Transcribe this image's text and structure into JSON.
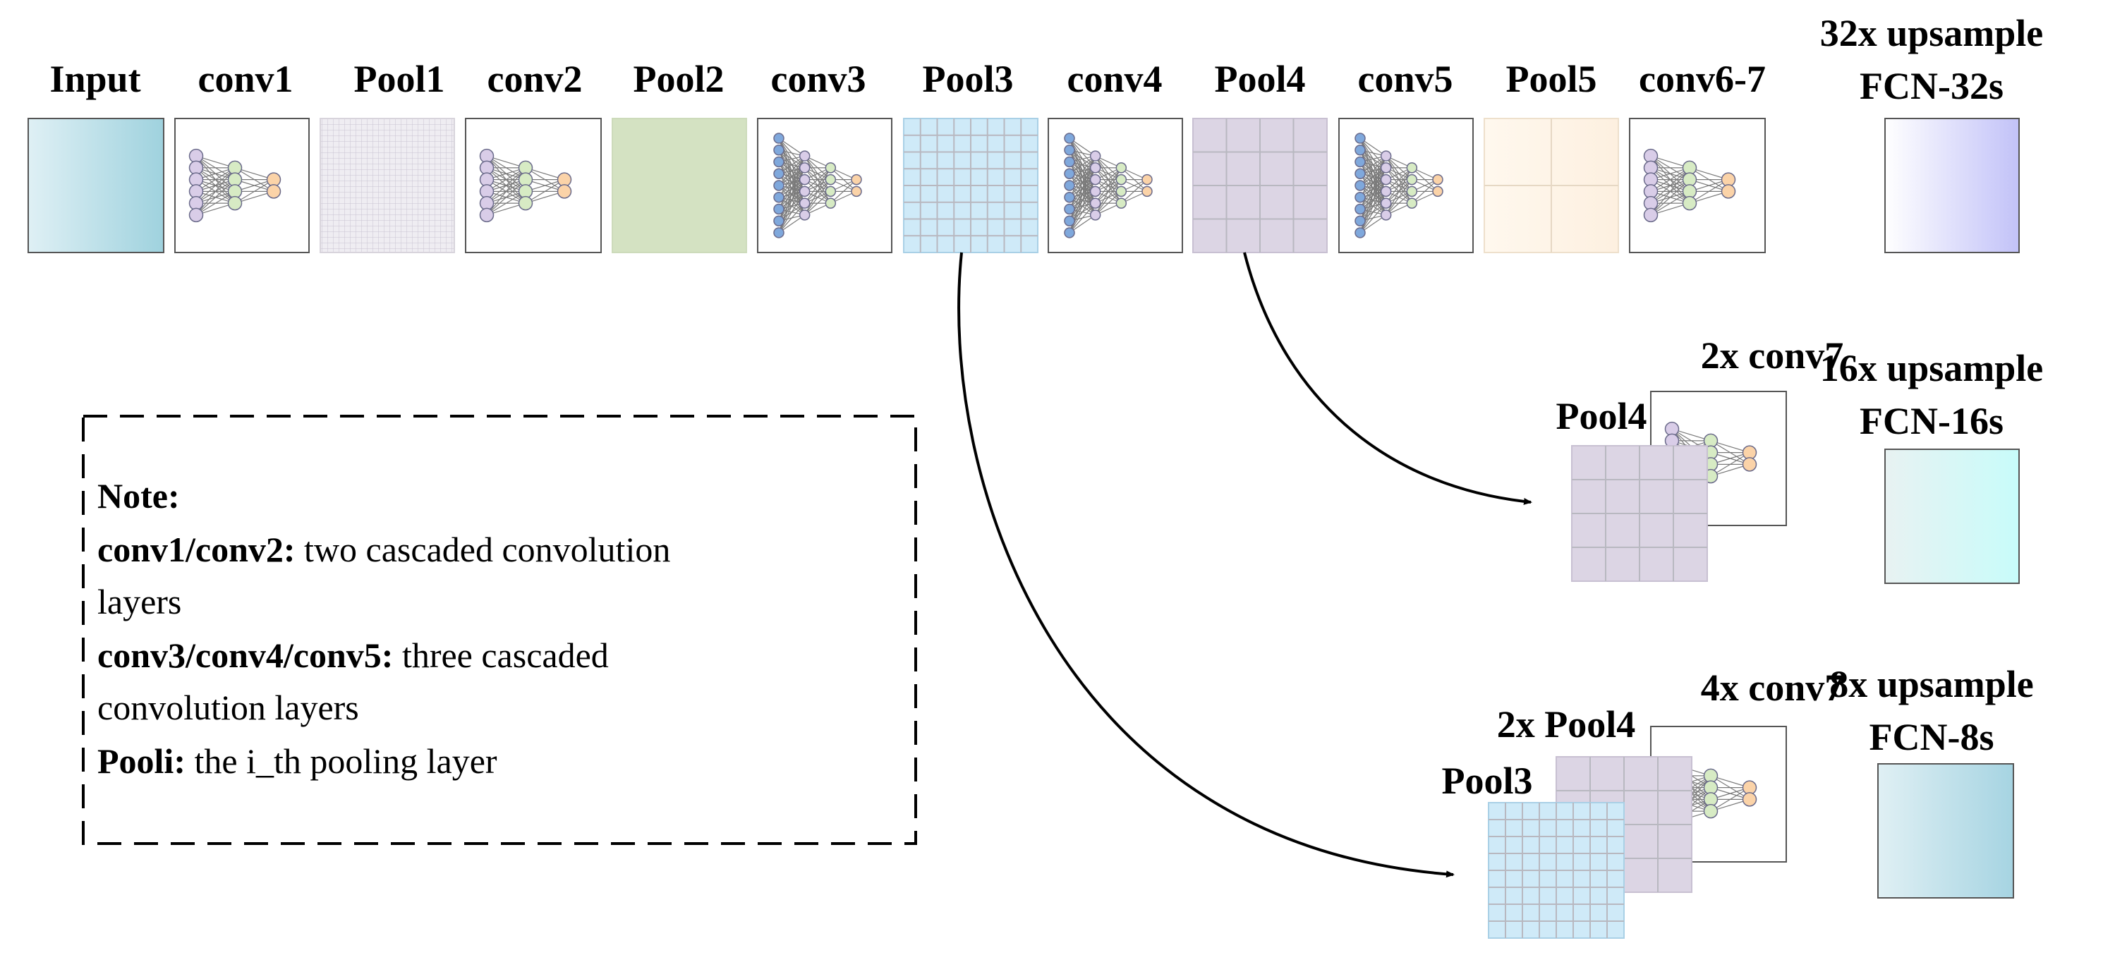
{
  "pipeline": {
    "top_labels": [
      "Input",
      "conv1",
      "Pool1",
      "conv2",
      "Pool2",
      "conv3",
      "Pool3",
      "conv4",
      "Pool4",
      "conv5",
      "Pool5",
      "conv6-7"
    ]
  },
  "outputs": {
    "fcn32": {
      "line1": "32x upsample",
      "line2": "FCN-32s"
    },
    "fcn16": {
      "line1": "16x upsample",
      "line2": "FCN-16s",
      "conv_label": "2x conv7",
      "pool_label": "Pool4"
    },
    "fcn8": {
      "line1": "8x upsample",
      "line2": "FCN-8s",
      "conv_label": "4x conv7",
      "pool4_label": "2x Pool4",
      "pool3_label": "Pool3"
    }
  },
  "note": {
    "title": "Note:",
    "line1_bold": "conv1/conv2:",
    "line1_rest": " two cascaded convolution",
    "line2": "layers",
    "line3_bold": "conv3/conv4/conv5:",
    "line3_rest": " three cascaded",
    "line4": "convolution layers",
    "line5_bold": "Pooli:",
    "line5_rest": " the i_th pooling layer"
  },
  "colors": {
    "node_purple": "#d9cde8",
    "node_green": "#d7ebc4",
    "node_orange": "#fbd3a8",
    "node_blue": "#7fa8dc",
    "pool3_fill": "#cfeaf8",
    "pool4_fill": "#dcd5e4",
    "pool2_fill": "#d4e2c2",
    "pool5_fill": "#fdf5ea",
    "pool1_fill": "#e6e2ea"
  },
  "icons": [
    "neural-network-icon",
    "pooling-grid-icon",
    "gradient-square-icon"
  ]
}
